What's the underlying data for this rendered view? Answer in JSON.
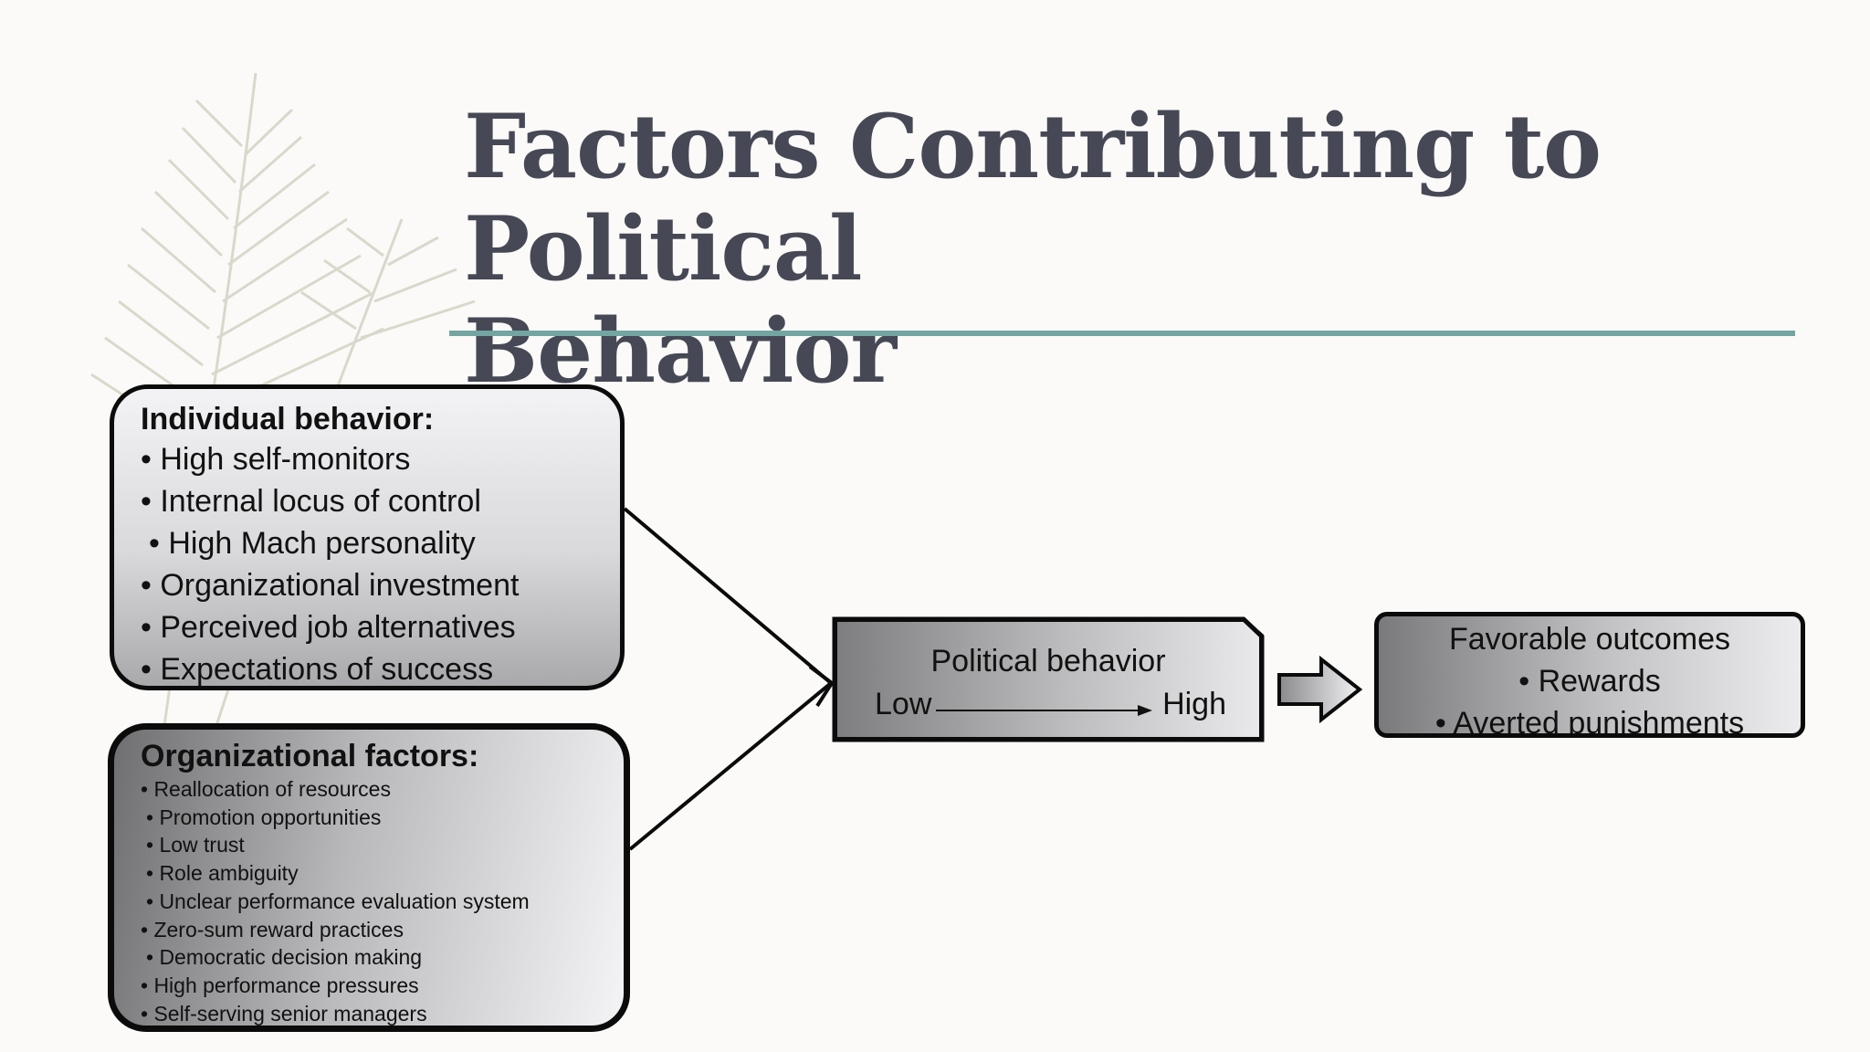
{
  "title": {
    "line1": "Factors Contributing to Political",
    "line2": "Behavior"
  },
  "individual": {
    "heading": "Individual behavior:",
    "items": [
      "• High self-monitors",
      "• Internal locus of control",
      "• High Mach personality",
      "• Organizational investment",
      "• Perceived job alternatives",
      "• Expectations of success"
    ]
  },
  "organizational": {
    "heading": "Organizational factors:",
    "items": [
      "• Reallocation of resources",
      "• Promotion opportunities",
      "• Low trust",
      "• Role ambiguity",
      "• Unclear performance evaluation system",
      "• Zero-sum reward practices",
      "• Democratic decision making",
      "• High performance pressures",
      "• Self-serving senior managers"
    ]
  },
  "political": {
    "title": "Political behavior",
    "low": "Low",
    "high": "High"
  },
  "outcomes": {
    "title": "Favorable outcomes",
    "items": [
      "• Rewards",
      "• Averted punishments"
    ]
  },
  "colors": {
    "title": "#464855",
    "rule": "#73a6a2",
    "background": "#fbfaf8",
    "border": "#0b0b0b"
  }
}
